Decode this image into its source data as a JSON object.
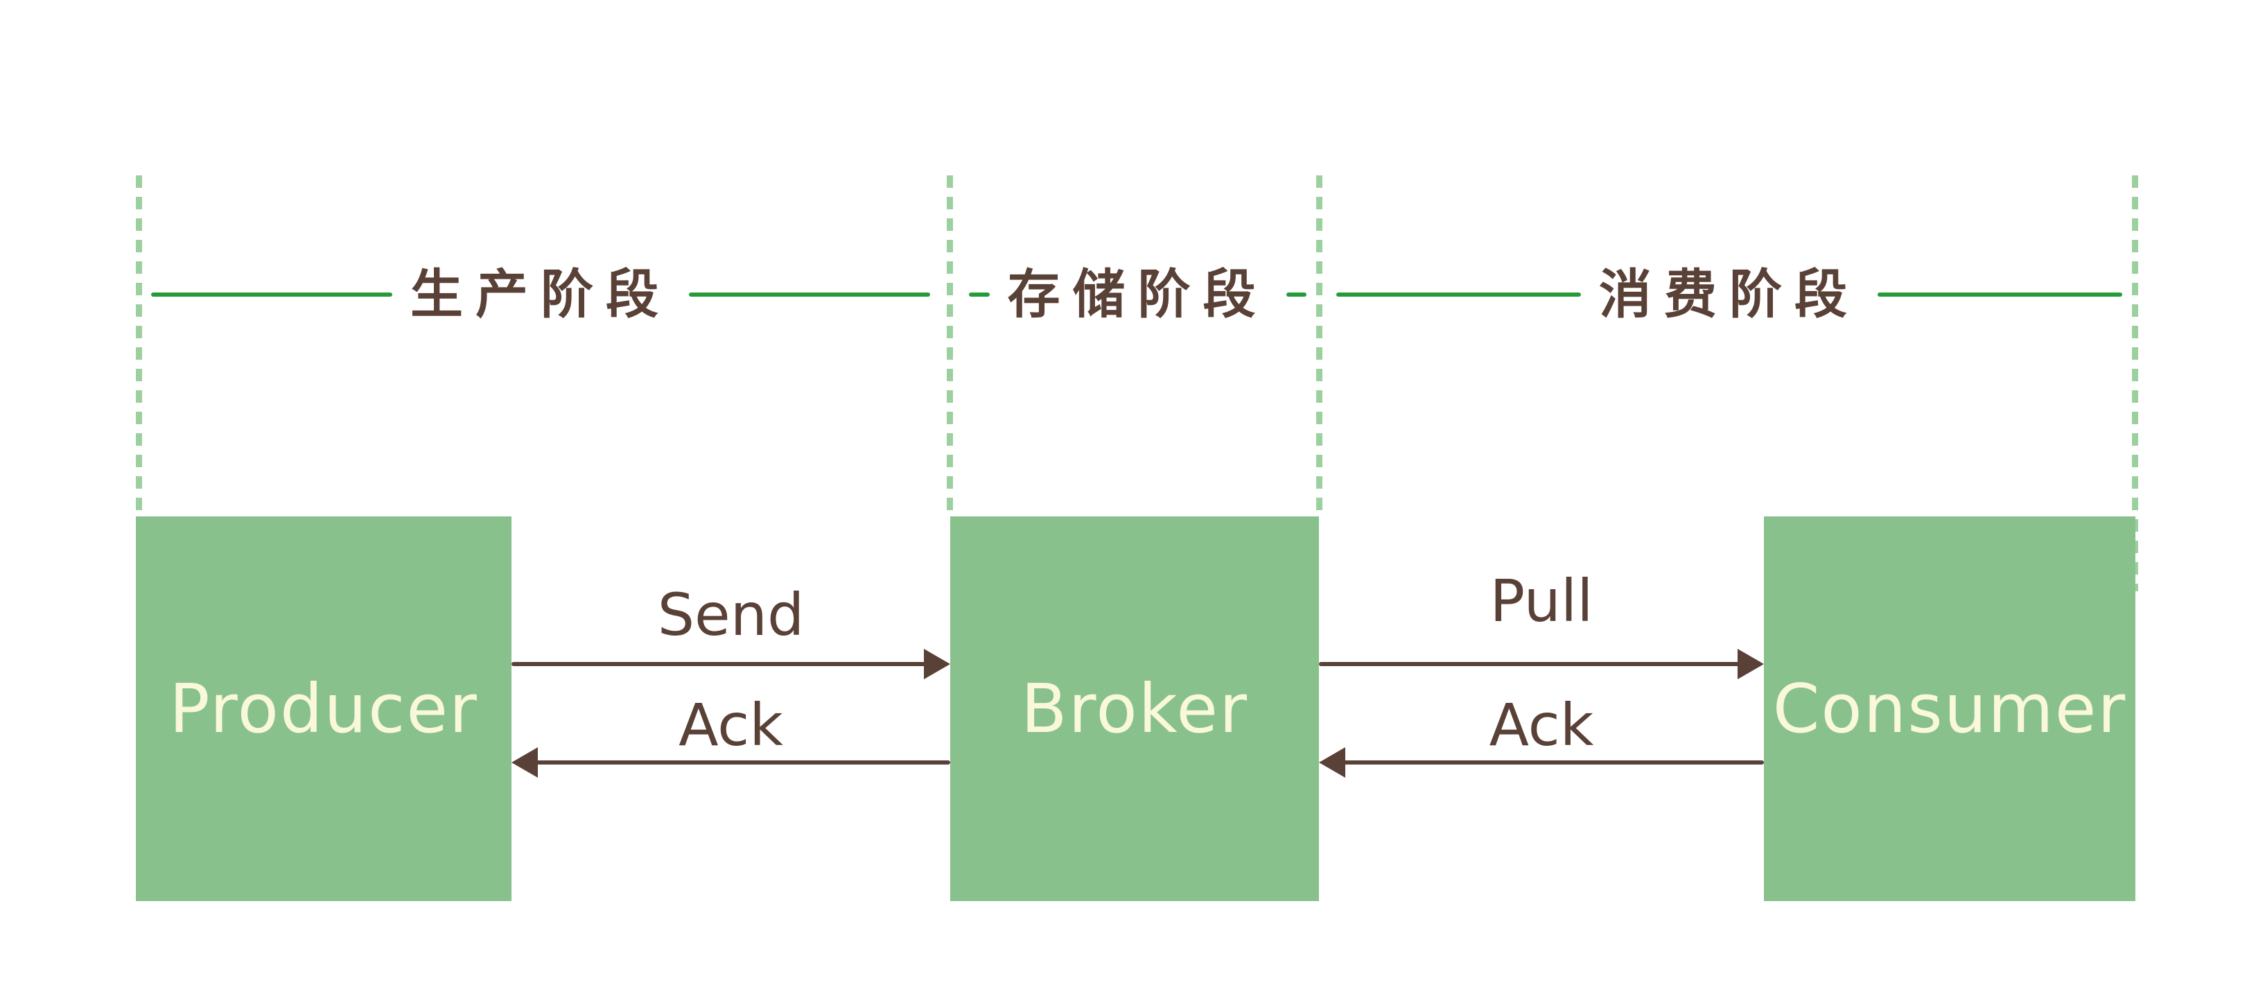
{
  "colors": {
    "box_fill": "#89c18c",
    "box_text": "#f9f8da",
    "dash_green": "#9dd09f",
    "phase_line": "#259b38",
    "ink": "#5a4137",
    "bg": "#ffffff"
  },
  "phases": [
    {
      "label": "生产阶段"
    },
    {
      "label": "存储阶段"
    },
    {
      "label": "消费阶段"
    }
  ],
  "nodes": [
    {
      "label": "Producer"
    },
    {
      "label": "Broker"
    },
    {
      "label": "Consumer"
    }
  ],
  "messages": [
    {
      "label": "Send",
      "from": "Producer",
      "to": "Broker",
      "direction": "right"
    },
    {
      "label": "Ack",
      "from": "Broker",
      "to": "Producer",
      "direction": "left"
    },
    {
      "label": "Pull",
      "from": "Broker",
      "to": "Consumer",
      "direction": "right"
    },
    {
      "label": "Ack",
      "from": "Consumer",
      "to": "Broker",
      "direction": "left"
    }
  ]
}
